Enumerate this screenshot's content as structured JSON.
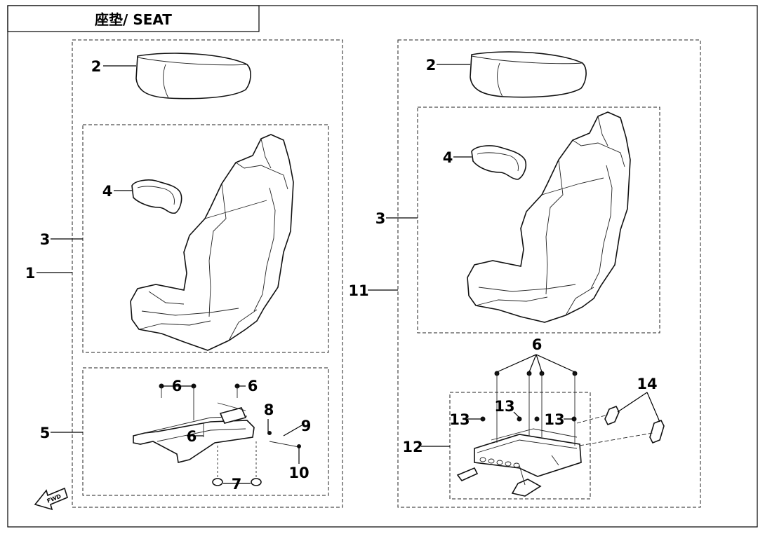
{
  "title": "座垫/ SEAT",
  "icons": {
    "fwd": "fwd-arrow-icon"
  },
  "fwd_label": "FWD",
  "left_assembly": {
    "labels": {
      "seat_assembly": "1",
      "cushion": "2",
      "seat": "3",
      "pad": "4",
      "rail": "5",
      "bolt_a": "6",
      "bolt_b": "6",
      "bolt_c": "6",
      "clip": "8",
      "pin": "9",
      "spring": "10",
      "nut": "7"
    }
  },
  "right_assembly": {
    "labels": {
      "seat_assembly": "11",
      "cushion": "2",
      "seat": "3",
      "pad": "4",
      "bolts": "6",
      "frame": "12",
      "spacer_a": "13",
      "spacer_b": "13",
      "spacer_c": "13",
      "bushing": "14"
    }
  }
}
